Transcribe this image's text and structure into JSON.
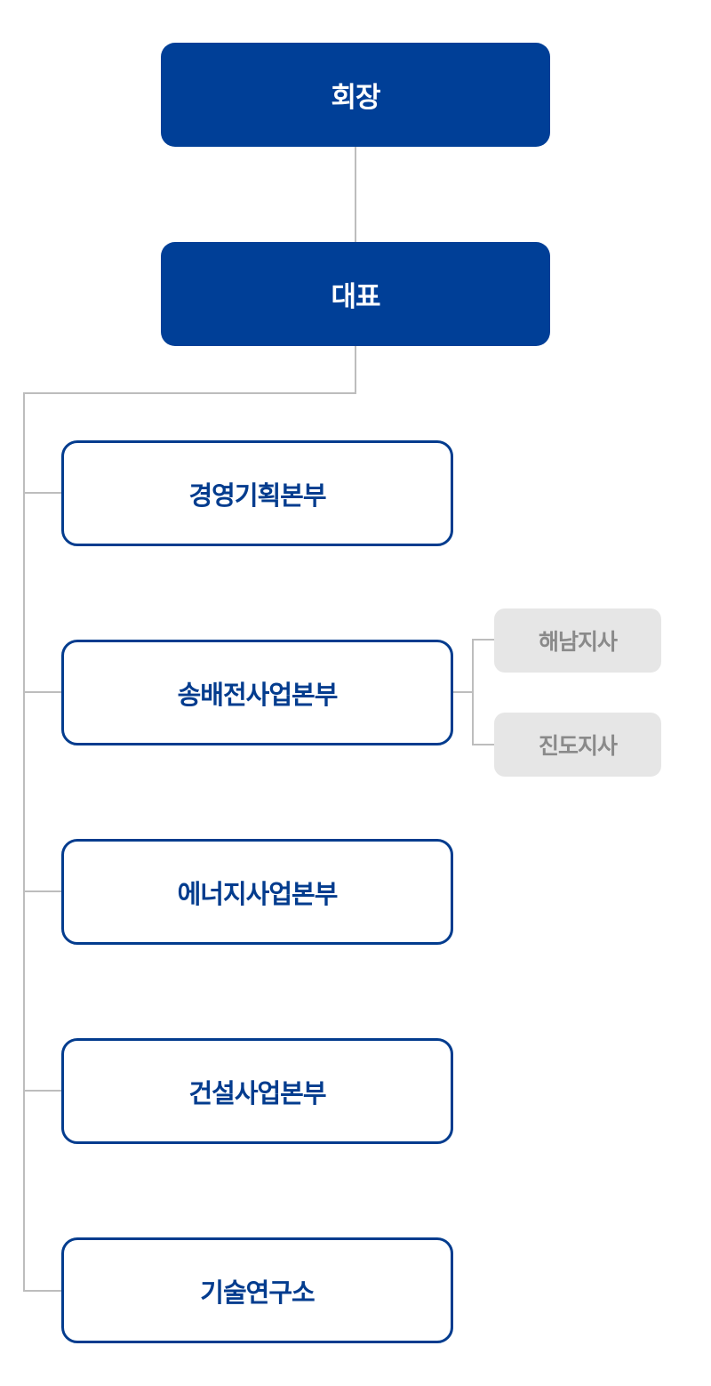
{
  "org": {
    "chairman": "회장",
    "ceo": "대표",
    "departments": [
      "경영기획본부",
      "송배전사업본부",
      "에너지사업본부",
      "건설사업본부",
      "기술연구소"
    ],
    "branches": [
      "해남지사",
      "진도지사"
    ]
  },
  "colors": {
    "primary": "#003f97",
    "dept_border": "#033c8e",
    "connector": "#bdbdbd",
    "branch_bg": "#e6e6e6",
    "branch_text": "#8a8a8a"
  }
}
